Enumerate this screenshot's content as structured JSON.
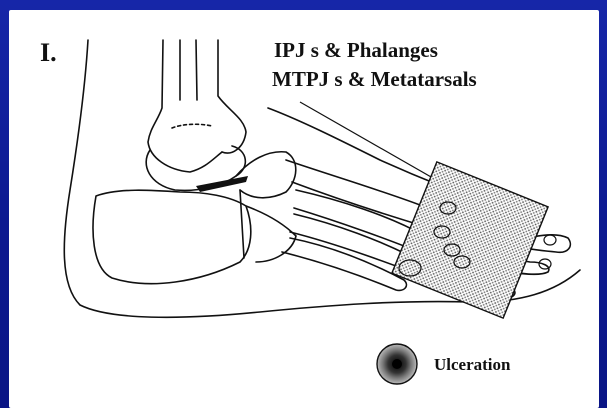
{
  "slide": {
    "section_number": "I.",
    "label_lines": [
      "IPJ s & Phalanges",
      "MTPJ s & Metatarsals"
    ],
    "legend": {
      "text": "Ulceration",
      "icon": "ulceration-icon"
    },
    "colors": {
      "background": "#0d1a8f",
      "panel": "#ffffff",
      "ink": "#111111",
      "shading": "#6a6a6a"
    }
  }
}
